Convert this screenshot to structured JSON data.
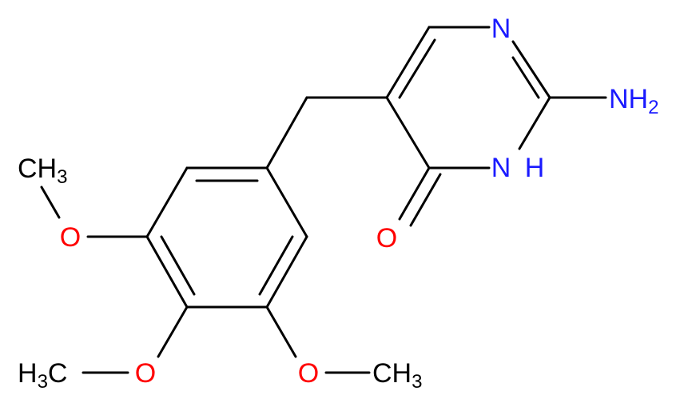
{
  "colors": {
    "bond": "#000000",
    "carbon": "#000000",
    "nitrogen": "#1a1aff",
    "oxygen": "#ff0000"
  },
  "labels": {
    "n_top": "N",
    "nh2": {
      "main": "NH",
      "sub": "2"
    },
    "nh_ring": {
      "n": "N",
      "h": "H"
    },
    "o_carbonyl": "O",
    "o_top": "O",
    "ch3_top": {
      "main": "CH",
      "sub": "3"
    },
    "o_bottom_left": "O",
    "h3c_left": {
      "h": "H",
      "sub": "3",
      "c": "C"
    },
    "o_bottom_right": "O",
    "ch3_right": {
      "main": "CH",
      "sub": "3"
    }
  }
}
